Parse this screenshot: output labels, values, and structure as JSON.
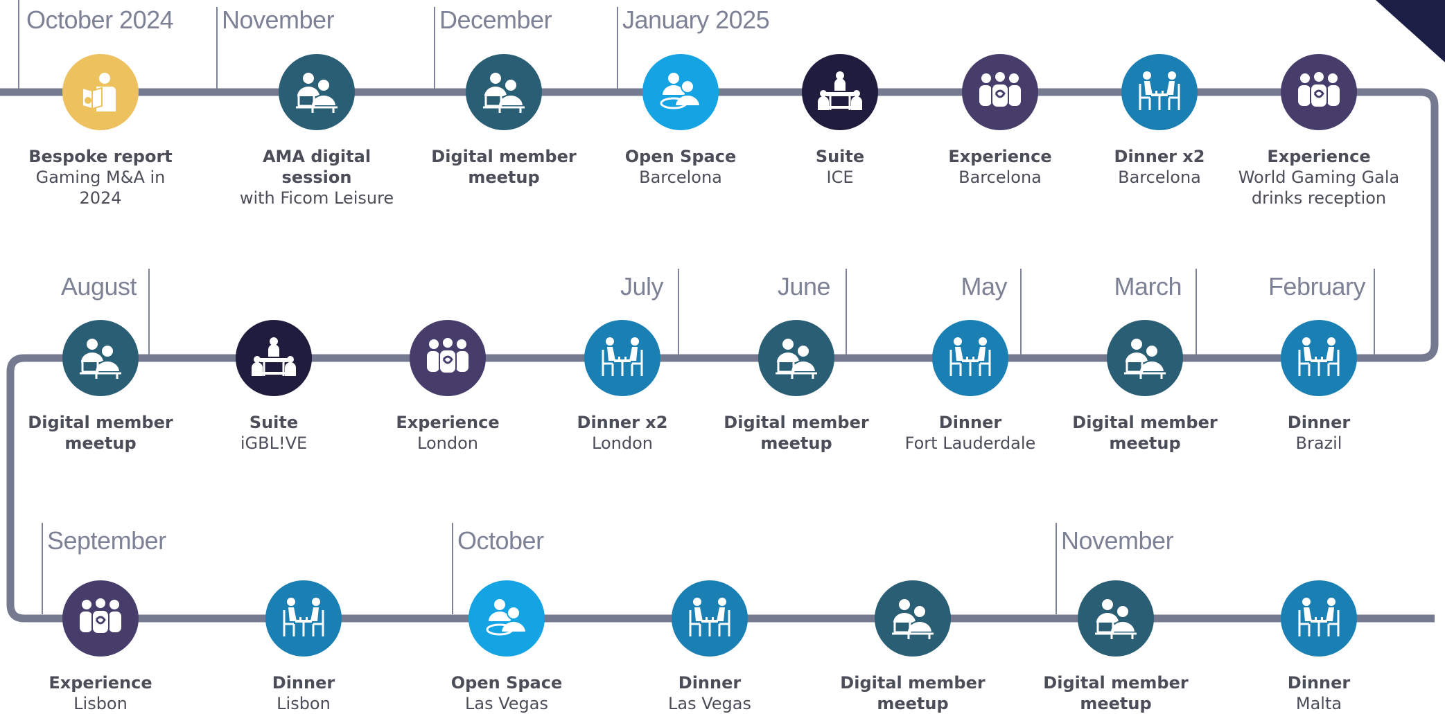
{
  "colors": {
    "track": "#767a90",
    "month_text": "#7d8196",
    "label_text": "#4b4d59",
    "gold": "#ecc15e",
    "teal": "#2a5e74",
    "cyan": "#14a3e3",
    "blue": "#1a80b4",
    "navy": "#1f1c3d",
    "purple": "#473d6b",
    "corner": "#1c1f45"
  },
  "months": [
    {
      "id": "oct-2024",
      "label": "October 2024"
    },
    {
      "id": "nov-2024",
      "label": "November"
    },
    {
      "id": "dec-2024",
      "label": "December"
    },
    {
      "id": "jan-2025",
      "label": "January 2025"
    },
    {
      "id": "feb-2025",
      "label": "February"
    },
    {
      "id": "mar-2025",
      "label": "March"
    },
    {
      "id": "may-2025",
      "label": "May"
    },
    {
      "id": "jun-2025",
      "label": "June"
    },
    {
      "id": "jul-2025",
      "label": "July"
    },
    {
      "id": "aug-2025",
      "label": "August"
    },
    {
      "id": "sep-2025",
      "label": "September"
    },
    {
      "id": "oct-2025",
      "label": "October"
    },
    {
      "id": "nov-2025",
      "label": "November"
    }
  ],
  "events": [
    {
      "title": "Bespoke report",
      "subtitle": "Gaming M&A in 2024",
      "icon": "report-reader-icon",
      "color": "gold"
    },
    {
      "title": "AMA digital session",
      "subtitle": "with Ficom Leisure",
      "icon": "digital-meeting-icon",
      "color": "teal"
    },
    {
      "title": "Digital member meetup",
      "subtitle": "",
      "icon": "digital-meeting-icon",
      "color": "teal"
    },
    {
      "title": "Open Space",
      "subtitle": "Barcelona",
      "icon": "open-space-icon",
      "color": "cyan"
    },
    {
      "title": "Suite",
      "subtitle": "ICE",
      "icon": "suite-meeting-icon",
      "color": "navy"
    },
    {
      "title": "Experience",
      "subtitle": "Barcelona",
      "icon": "group-experience-icon",
      "color": "purple"
    },
    {
      "title": "Dinner x2",
      "subtitle": "Barcelona",
      "icon": "dinner-table-icon",
      "color": "blue"
    },
    {
      "title": "Experience",
      "subtitle": "World Gaming Gala drinks reception",
      "icon": "group-experience-icon",
      "color": "purple"
    },
    {
      "title": "Dinner",
      "subtitle": "Brazil",
      "icon": "dinner-table-icon",
      "color": "blue"
    },
    {
      "title": "Digital member meetup",
      "subtitle": "",
      "icon": "digital-meeting-icon",
      "color": "teal"
    },
    {
      "title": "Dinner",
      "subtitle": "Fort Lauderdale",
      "icon": "dinner-table-icon",
      "color": "blue"
    },
    {
      "title": "Digital member meetup",
      "subtitle": "",
      "icon": "digital-meeting-icon",
      "color": "teal"
    },
    {
      "title": "Dinner x2",
      "subtitle": "London",
      "icon": "dinner-table-icon",
      "color": "blue"
    },
    {
      "title": "Experience",
      "subtitle": "London",
      "icon": "group-experience-icon",
      "color": "purple"
    },
    {
      "title": "Suite",
      "subtitle": "iGBL!VE",
      "icon": "suite-meeting-icon",
      "color": "navy"
    },
    {
      "title": "Digital member meetup",
      "subtitle": "",
      "icon": "digital-meeting-icon",
      "color": "teal"
    },
    {
      "title": "Experience",
      "subtitle": "Lisbon",
      "icon": "group-experience-icon",
      "color": "purple"
    },
    {
      "title": "Dinner",
      "subtitle": "Lisbon",
      "icon": "dinner-table-icon",
      "color": "blue"
    },
    {
      "title": "Open Space",
      "subtitle": "Las Vegas",
      "icon": "open-space-icon",
      "color": "cyan"
    },
    {
      "title": "Dinner",
      "subtitle": "Las Vegas",
      "icon": "dinner-table-icon",
      "color": "blue"
    },
    {
      "title": "Digital member meetup",
      "subtitle": "",
      "icon": "digital-meeting-icon",
      "color": "teal"
    },
    {
      "title": "Digital member meetup",
      "subtitle": "",
      "icon": "digital-meeting-icon",
      "color": "teal"
    },
    {
      "title": "Dinner",
      "subtitle": "Malta",
      "icon": "dinner-table-icon",
      "color": "blue"
    }
  ]
}
